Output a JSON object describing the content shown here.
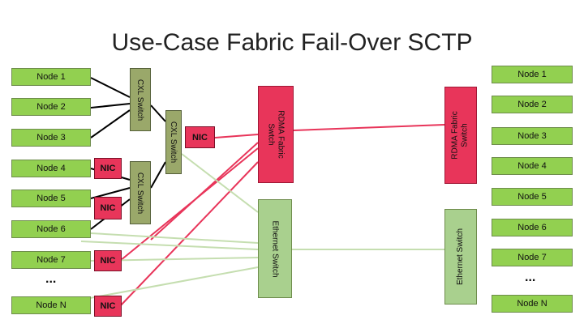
{
  "title": "Use-Case Fabric Fail-Over SCTP",
  "left_nodes": [
    "Node 1",
    "Node 2",
    "Node 3",
    "Node 4",
    "Node 5",
    "Node 6",
    "Node 7",
    "Node N"
  ],
  "right_nodes": [
    "Node 1",
    "Node 2",
    "Node 3",
    "Node 4",
    "Node 5",
    "Node 6",
    "Node 7",
    "Node N"
  ],
  "ellipsis": "...",
  "nic_label": "NIC",
  "cxl_switch_label": "CXL Switch",
  "rdma_switch_label": "RDMA Fabric\nSwtch",
  "rdma_switch_right_label": "RDMA Fabric\nSwitch",
  "ethernet_switch_label": "Ethernet Switch",
  "colors": {
    "node": "#92d050",
    "nic": "#e8355a",
    "cxl": "#9aa86a",
    "rdma": "#e8355a",
    "ethernet": "#a9d08e",
    "rdma_link": "#e8355a",
    "eth_link": "#c5deb0",
    "cxl_link": "#000000"
  }
}
